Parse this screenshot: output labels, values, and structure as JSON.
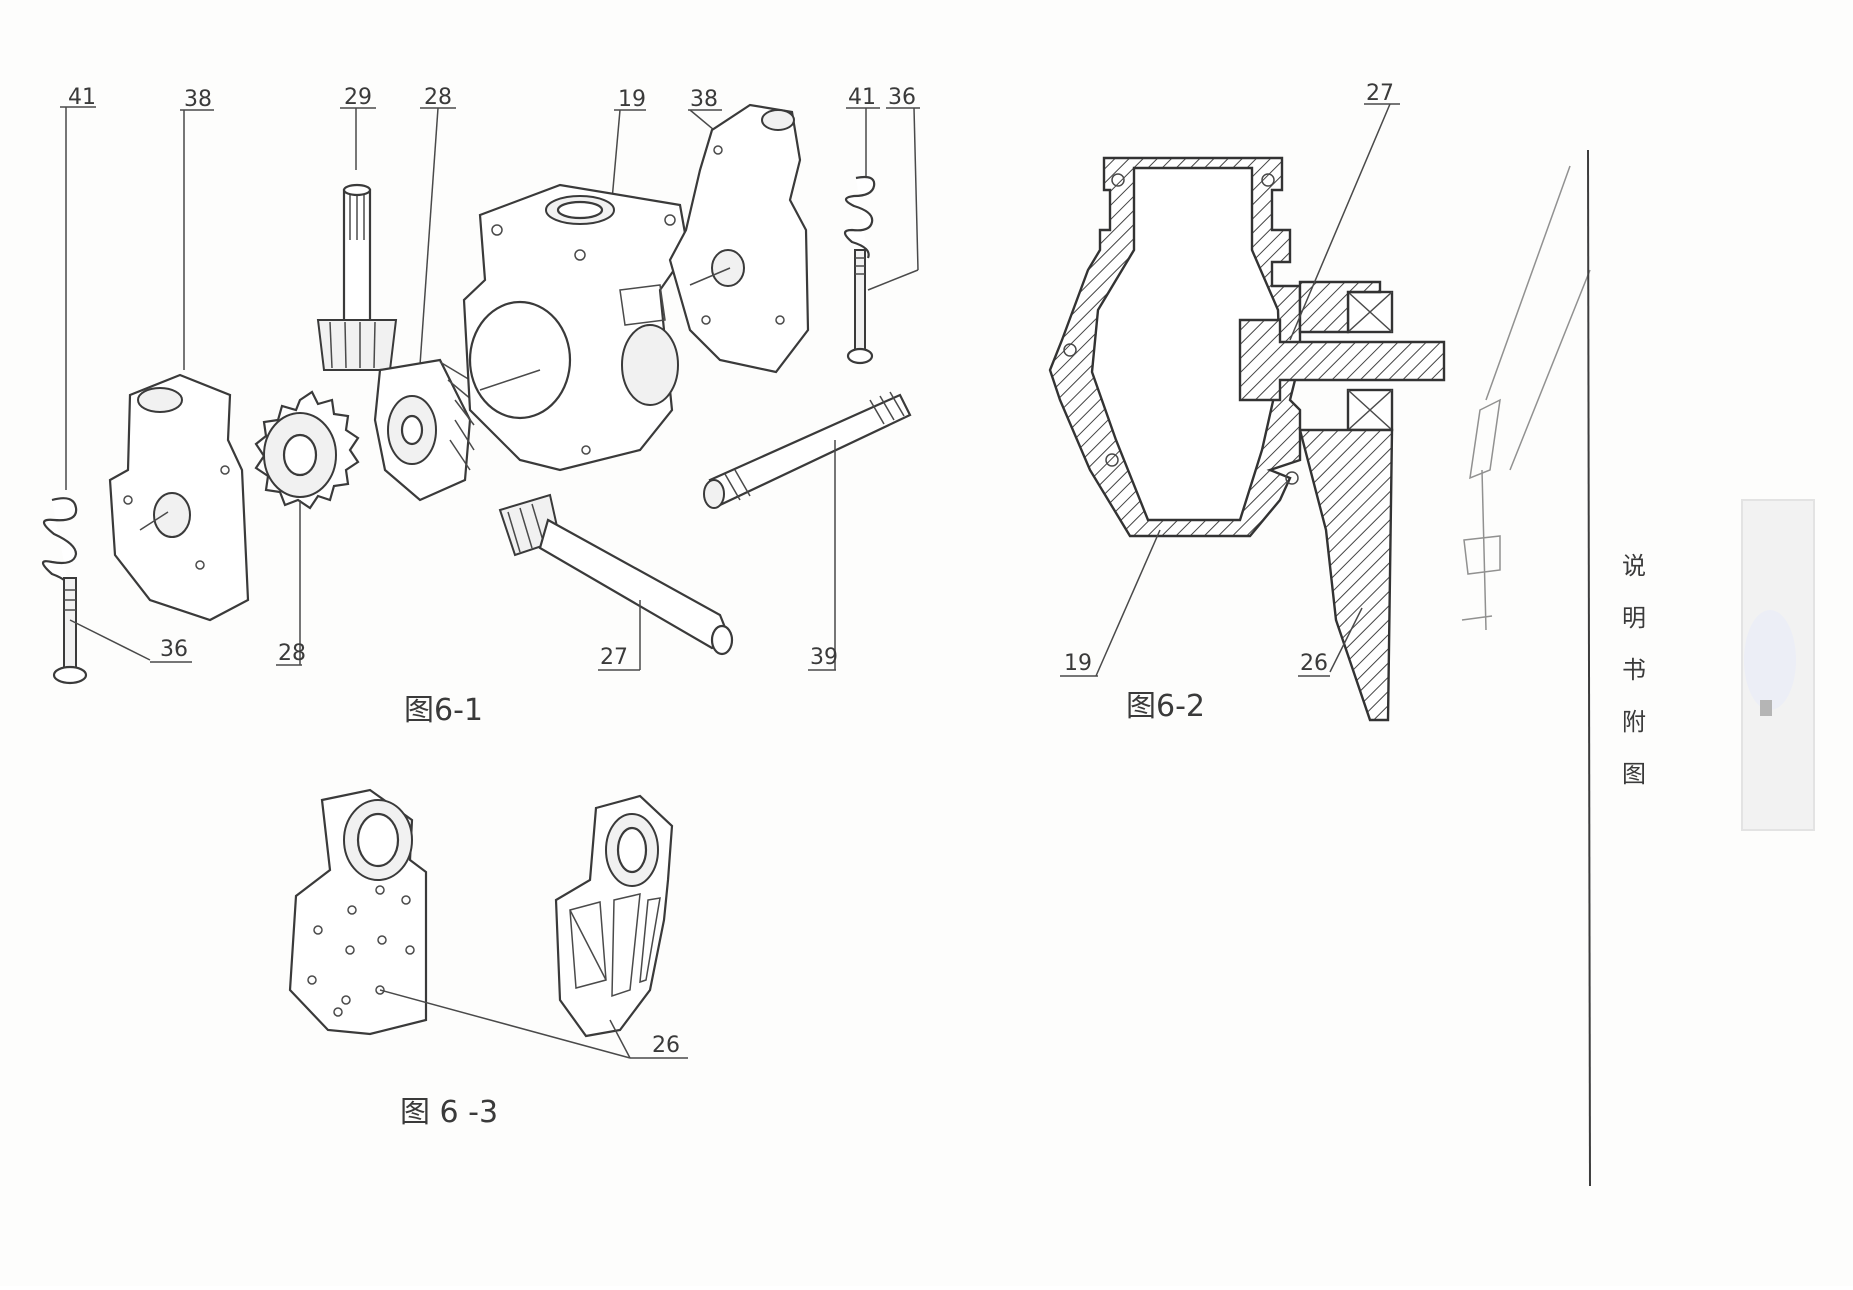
{
  "figures": {
    "fig1": {
      "caption": "图6-1",
      "labels": [
        "41",
        "38",
        "29",
        "28",
        "19",
        "38",
        "41",
        "36",
        "36",
        "28",
        "27",
        "39"
      ]
    },
    "fig2": {
      "caption": "图6-2",
      "labels": [
        "27",
        "19",
        "26"
      ]
    },
    "fig3": {
      "caption": "图 6 -3",
      "labels": [
        "26"
      ]
    }
  },
  "side_title": [
    "说",
    "明",
    "书",
    "附",
    "图"
  ],
  "colors": {
    "ink": "#3a3a3a",
    "paper": "#fdfdfc"
  }
}
